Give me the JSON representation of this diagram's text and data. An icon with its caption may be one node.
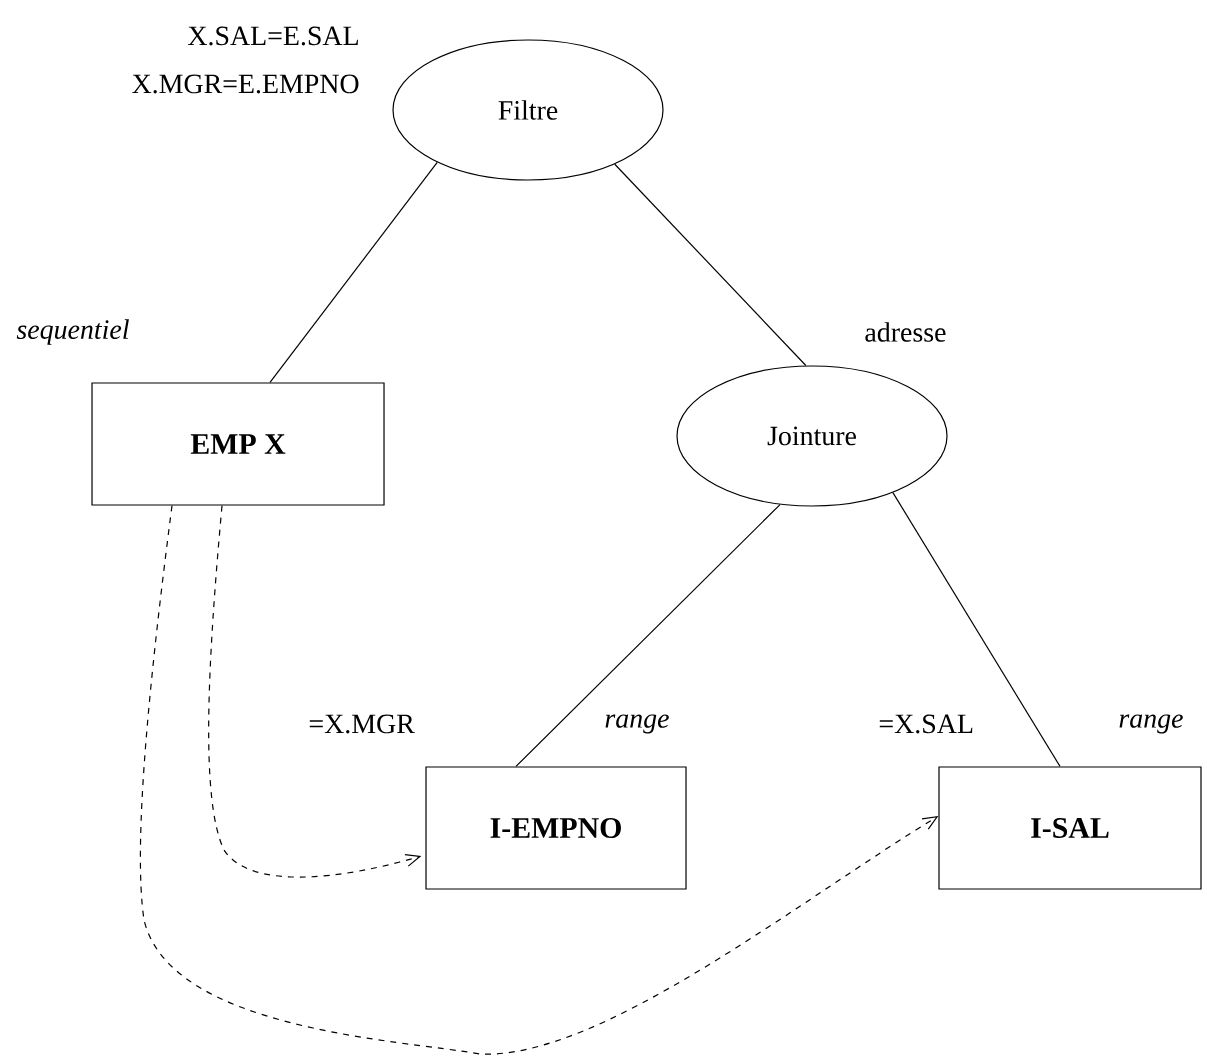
{
  "diagram": {
    "nodes": [
      {
        "text": [
          "Filtre"
        ],
        "beside": [
          "X.SAL=E.SAL",
          "X.MGR=E.EMPNO"
        ]
      },
      {
        "text": [
          "EMP X"
        ],
        "beside": [
          "*sequentiel*"
        ]
      },
      {
        "text": [
          "Jointure"
        ],
        "beside": [
          "adresse"
        ]
      },
      {
        "text": [
          "I-EMPNO"
        ],
        "beside": [
          "=X.MGR",
          "*range*"
        ]
      },
      {
        "text": [
          "I-SAL"
        ],
        "beside": [
          "=X.SAL",
          "*range*"
        ]
      }
    ],
    "edges": [
      {
        "from": 0,
        "to": 1,
        "arrow": "none"
      },
      {
        "from": 0,
        "to": 2,
        "arrow": "none"
      },
      {
        "from": 2,
        "to": 3,
        "arrow": "none"
      },
      {
        "from": 2,
        "to": 4,
        "arrow": "none"
      },
      {
        "from": 1,
        "to": 3,
        "arrow": "to",
        "style": "dashed"
      },
      {
        "from": 1,
        "to": 4,
        "arrow": "to",
        "style": "dashed"
      }
    ]
  }
}
